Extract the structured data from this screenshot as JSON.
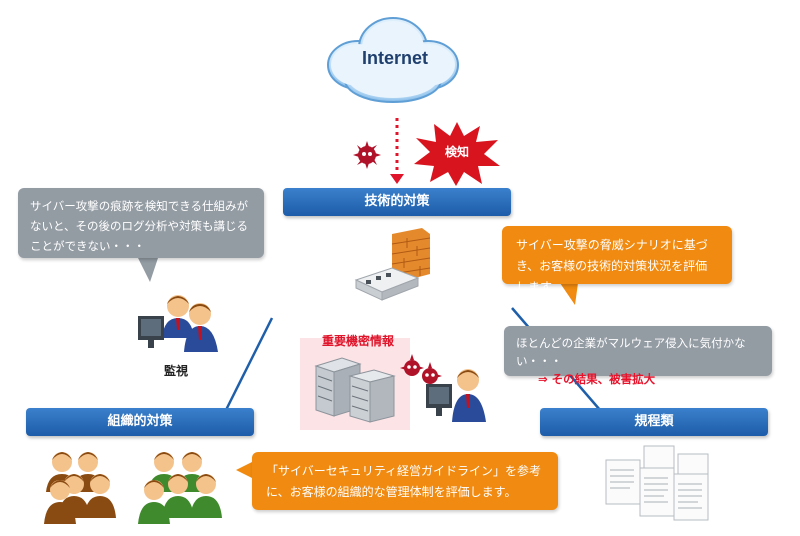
{
  "cloud": {
    "label": "Internet"
  },
  "alert": {
    "label": "検知"
  },
  "bars": {
    "technical": "技術的対策",
    "organizational": "組織的対策",
    "rules": "規程類"
  },
  "bubbles": {
    "monitoring_issue": "サイバー攻撃の痕跡を検知できる仕組みがないと、その後のログ分析や対策も講じることができない・・・",
    "technical_eval": "サイバー攻撃の脅威シナリオに基づき、お客様の技術的対策状況を評価します。",
    "infection_line1": "ほとんどの企業がマルウェア侵入に気付かない・・・",
    "infection_line2": "⇒ その結果、被害拡大",
    "org_eval": "「サイバーセキュリティ経営ガイドライン」を参考に、お客様の組織的な管理体制を評価します。"
  },
  "labels": {
    "monitoring": "監視",
    "confidential": "重要機密情報"
  },
  "colors": {
    "bar_blue": "#1f5faa",
    "orange": "#f08a10",
    "gray": "#939ba3",
    "red": "#e8132b"
  },
  "icons": [
    "cloud-icon",
    "virus-icon",
    "alert-burst-icon",
    "firewall-icon",
    "server-icon",
    "person-icon",
    "document-icon"
  ]
}
